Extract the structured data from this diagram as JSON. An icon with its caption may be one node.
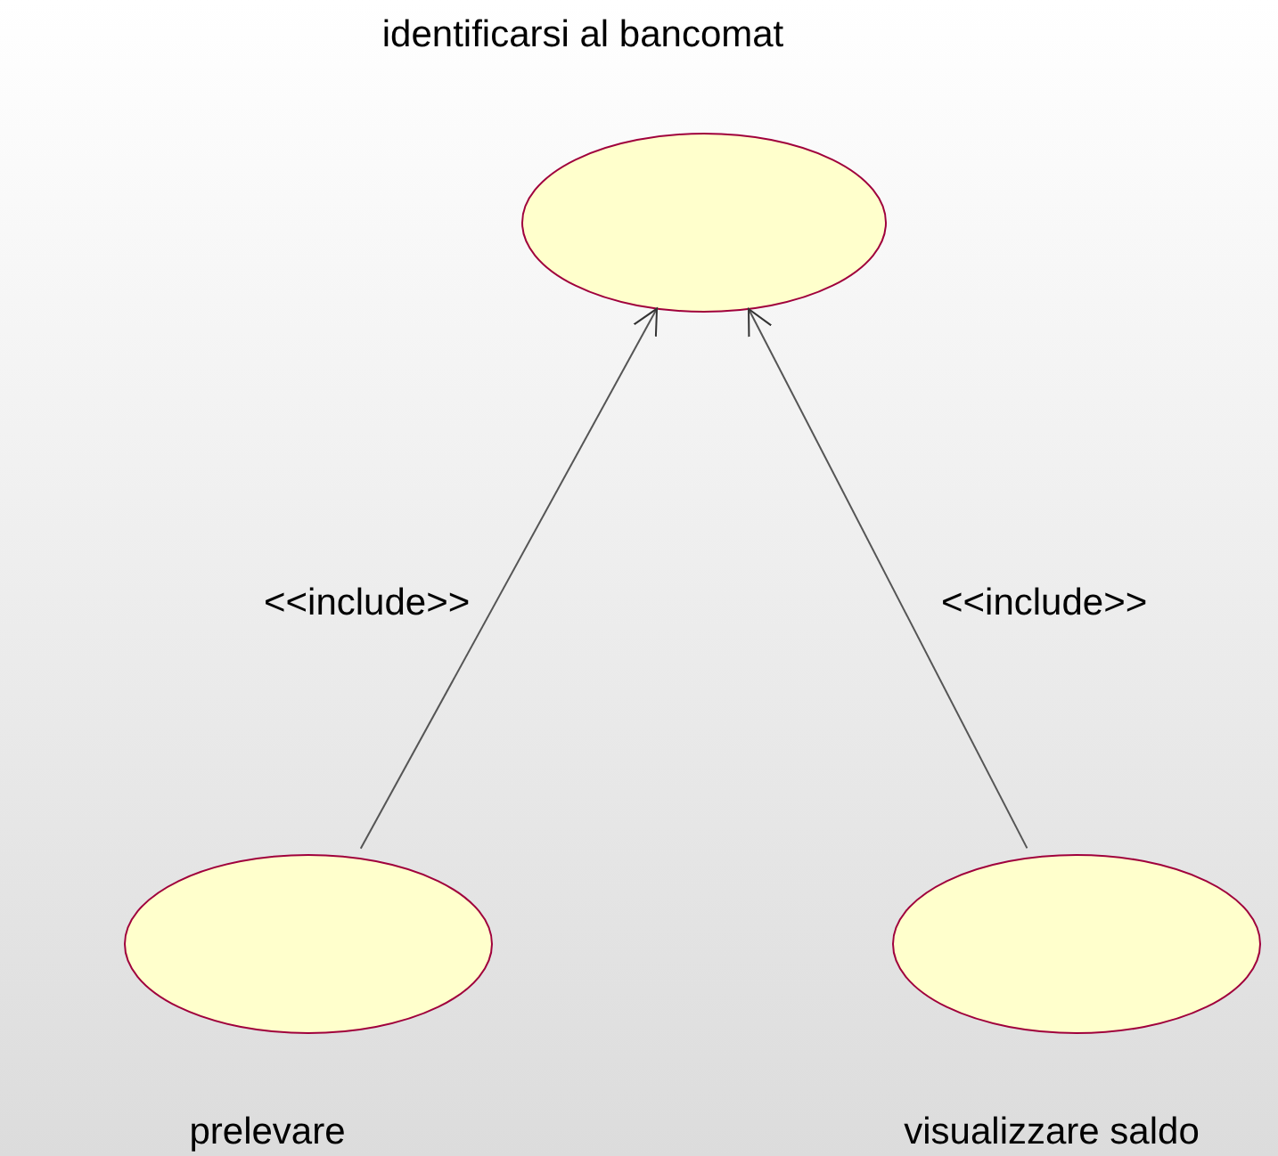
{
  "diagram": {
    "nodes": [
      {
        "text": [
          "identificarsi al bancomat"
        ]
      },
      {
        "text": [
          "prelevare"
        ]
      },
      {
        "text": [
          "visualizzare saldo"
        ]
      }
    ],
    "edges": [
      {
        "from": 1,
        "to": 0,
        "arrow": "to",
        "label": "<<include>>"
      },
      {
        "from": 2,
        "to": 0,
        "arrow": "to",
        "label": "<<include>>"
      }
    ]
  }
}
